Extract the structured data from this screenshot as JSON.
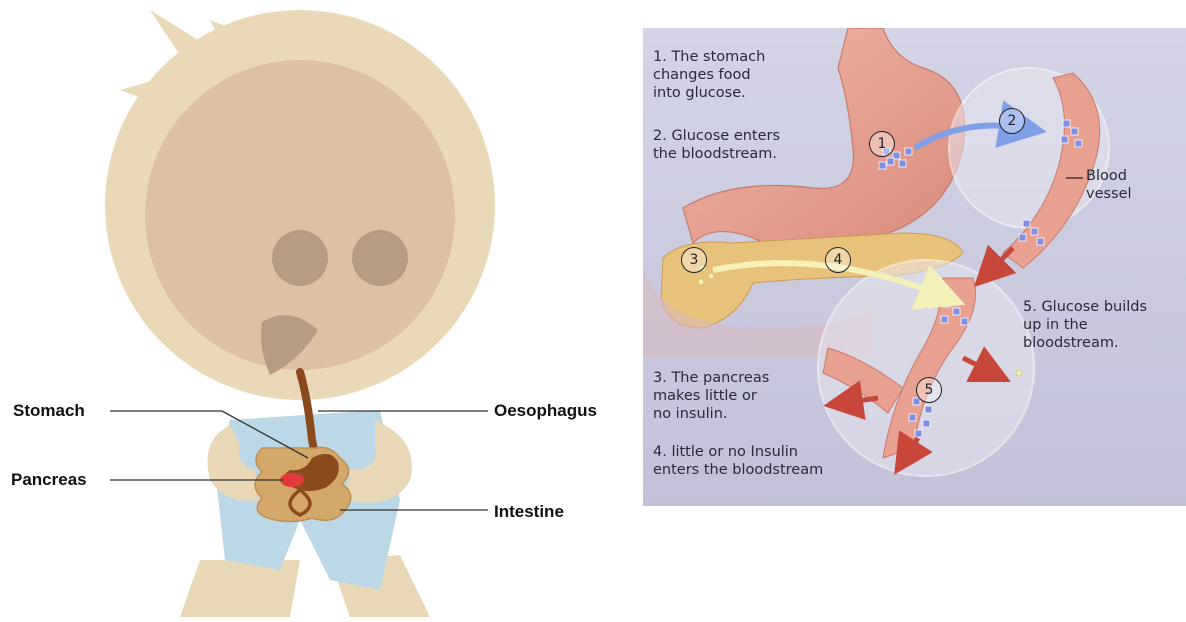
{
  "cartoon": {
    "labels": {
      "stomach": "Stomach",
      "pancreas": "Pancreas",
      "oesophagus": "Oesophagus",
      "intestine": "Intestine"
    },
    "colors": {
      "skin": "#e8d8b8",
      "face": "#dcc1a4",
      "hair": "#ead9b8",
      "shirt": "#bcd8e6",
      "organs": "#8a4a1e",
      "pancreas": "#e03a3a"
    }
  },
  "diagram": {
    "steps": [
      {
        "number": "1",
        "text": "1. The stomach\nchanges food\ninto glucose."
      },
      {
        "number": "2",
        "text": "2. Glucose enters\nthe bloodstream."
      },
      {
        "number": "3",
        "text": "3. The pancreas\nmakes little or\nno insulin."
      },
      {
        "number": "4",
        "text": "4. little or no Insulin\nenters the bloodstream"
      },
      {
        "number": "5",
        "text": "5. Glucose builds\nup in the\nbloodstream."
      }
    ],
    "blood_vessel_label": "Blood\nvessel",
    "colors": {
      "background": "#c9c8dc",
      "stomach": "#e9a596",
      "pancreas": "#e8c27a",
      "vessel": "#e8a191",
      "glucose": "#6f7fd8",
      "arrow_red": "#c9463b",
      "arrow_blue": "#7f9fe8",
      "arrow_yellow": "#f3f0b8"
    }
  }
}
